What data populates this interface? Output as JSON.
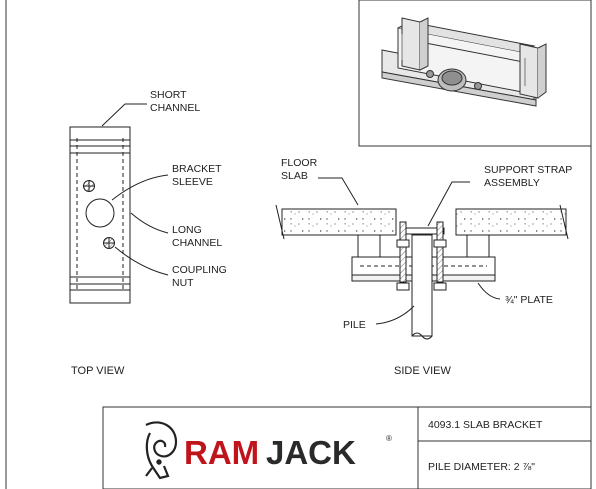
{
  "drawing": {
    "top_view": {
      "title": "TOP VIEW",
      "labels": {
        "short_channel": [
          "SHORT",
          "CHANNEL"
        ],
        "bracket_sleeve": [
          "BRACKET",
          "SLEEVE"
        ],
        "long_channel": [
          "LONG",
          "CHANNEL"
        ],
        "coupling_nut": [
          "COUPLING",
          "NUT"
        ]
      }
    },
    "side_view": {
      "title": "SIDE VIEW",
      "labels": {
        "floor_slab": [
          "FLOOR",
          "SLAB"
        ],
        "support_strap": [
          "SUPPORT STRAP",
          "ASSEMBLY"
        ],
        "plate": "¾\" PLATE",
        "pile": "PILE"
      }
    }
  },
  "title_block": {
    "brand_red": "RAM",
    "brand_dark": "JACK",
    "registered": "®",
    "product": "4093.1 SLAB BRACKET",
    "pile_diameter": "PILE DIAMETER: 2 ⅞\""
  },
  "colors": {
    "brand_red": "#c0141c",
    "line": "#222222"
  },
  "icons": [
    "ram-head-logo-icon"
  ]
}
